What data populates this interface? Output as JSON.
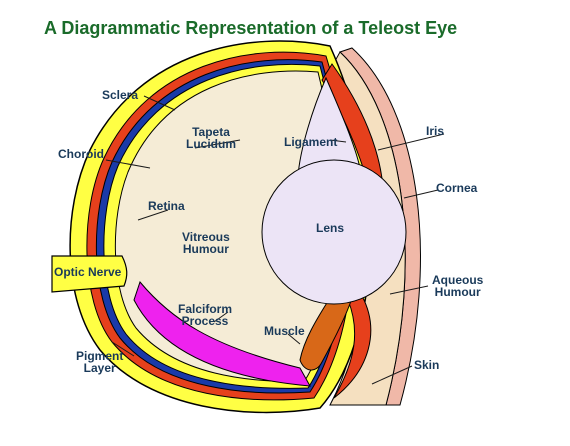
{
  "title": "A Diagrammatic Representation of a Teleost Eye",
  "labels": {
    "sclera": "Sclera",
    "tapeta_lucidum_1": "Tapeta",
    "tapeta_lucidum_2": "Lucidum",
    "choroid": "Choroid",
    "ligament": "Ligament",
    "iris": "Iris",
    "cornea": "Cornea",
    "retina": "Retina",
    "lens": "Lens",
    "vitreous_1": "Vitreous",
    "vitreous_2": "Humour",
    "optic_nerve": "Optic Nerve",
    "aqueous_1": "Aqueous",
    "aqueous_2": "Humour",
    "falciform_1": "Falciform",
    "falciform_2": "Process",
    "muscle": "Muscle",
    "pigment_1": "Pigment",
    "pigment_2": "Layer",
    "skin": "Skin"
  },
  "colors": {
    "title": "#1a6b2a",
    "label": "#1a3a5a",
    "sclera": "#ffff44",
    "pigment": "#e6401c",
    "choroid": "#1a3aa8",
    "vitreous": "#f5ecd6",
    "lens": "#ece4f6",
    "falciform": "#ee22ee",
    "muscle": "#d86818",
    "skin": "#f0b8a8",
    "cornea_tint": "#f5e0c0"
  }
}
